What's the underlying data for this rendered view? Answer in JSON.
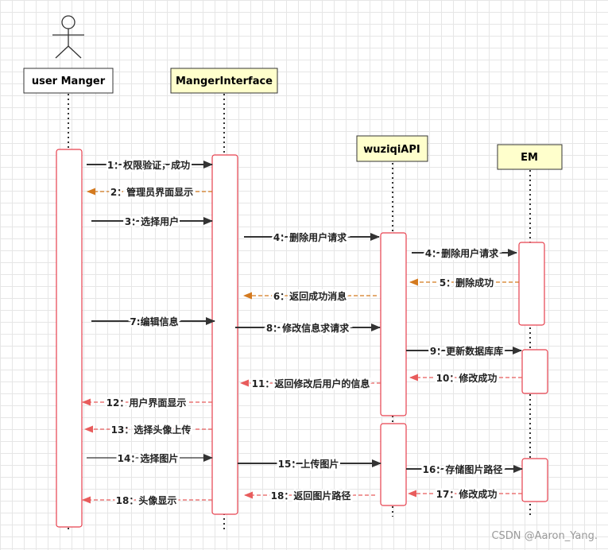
{
  "actor": {
    "icon": "stick-figure-actor-icon"
  },
  "participants": [
    {
      "id": "user",
      "label": "user Manger",
      "fill": "#ffffff"
    },
    {
      "id": "mi",
      "label": "MangerInterface",
      "fill": "#ffffcc"
    },
    {
      "id": "api",
      "label": "wuziqiAPI",
      "fill": "#ffffcc"
    },
    {
      "id": "em",
      "label": "EM",
      "fill": "#ffffcc"
    }
  ],
  "colors": {
    "line": "#333333",
    "activation": "#e6404d",
    "reply_orange": "#d47a1f",
    "reply_red": "#e85c5c"
  },
  "messages": [
    {
      "label": "1：权限验证，成功",
      "style": "solid"
    },
    {
      "label": "2：管理员界面显示",
      "style": "dashed-orange"
    },
    {
      "label": "3：选择用户",
      "style": "solid"
    },
    {
      "label": "4：删除用户请求",
      "style": "solid"
    },
    {
      "label": "4：删除用户请求",
      "style": "solid"
    },
    {
      "label": "5：删除成功",
      "style": "dashed-orange"
    },
    {
      "label": "6：返回成功消息",
      "style": "dashed-orange"
    },
    {
      "label": "7:编辑信息",
      "style": "solid"
    },
    {
      "label": "8：修改信息求请求",
      "style": "solid"
    },
    {
      "label": "9：更新数据库库",
      "style": "solid"
    },
    {
      "label": "10：修改成功",
      "style": "dashed-red"
    },
    {
      "label": "11：返回修改后用户的信息",
      "style": "dashed-red"
    },
    {
      "label": "12：用户界面显示",
      "style": "dashed-red"
    },
    {
      "label": "13：选择头像上传",
      "style": "dashed-red"
    },
    {
      "label": "14：选择图片",
      "style": "solid-thin"
    },
    {
      "label": "15：上传图片",
      "style": "solid"
    },
    {
      "label": "16：存储图片路径",
      "style": "solid"
    },
    {
      "label": "17：修改成功",
      "style": "dashed-red"
    },
    {
      "label": "18：返回图片路径",
      "style": "dashed-red"
    },
    {
      "label": "18：头像显示",
      "style": "dashed-red"
    }
  ],
  "watermark": "CSDN @Aaron_Yang."
}
